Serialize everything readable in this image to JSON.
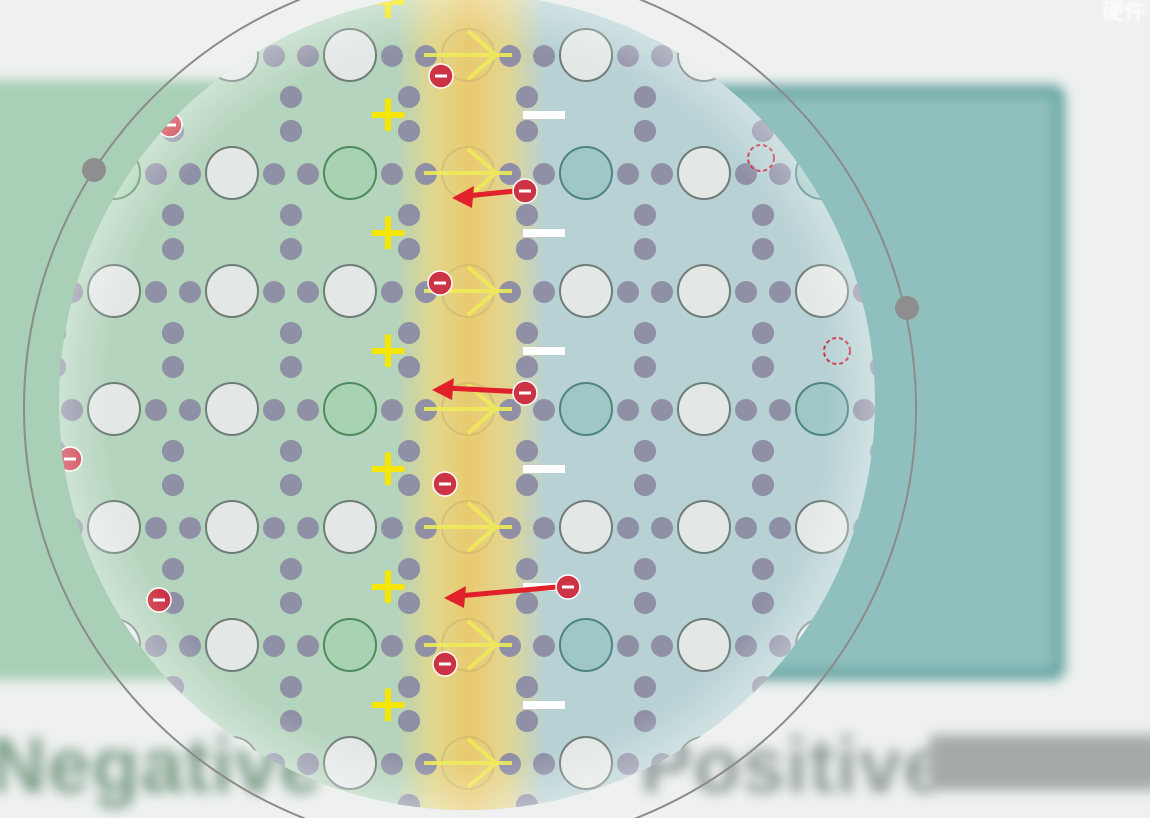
{
  "background": {
    "negative_label": "Negative",
    "positive_label": "Positive",
    "corner_text": "硬件"
  },
  "diagram": {
    "junction_plus_sign": "+",
    "junction_minus_sign": "—",
    "electron_sign": "−",
    "colors": {
      "n_region": "#b4d4bd",
      "p_region": "#b7d1d4",
      "depletion": "#f0d77d",
      "atom_fill": "#e3e8e6",
      "green_atom": "#a8d3b2",
      "teal_atom": "#9fc7c6",
      "electron_pair": "#8f90a6",
      "plus": "#f6e600",
      "minus": "#ffffff",
      "electron": "#cc3344",
      "arrow": "#e0202a",
      "field_arrow": "#eeea5a"
    }
  }
}
